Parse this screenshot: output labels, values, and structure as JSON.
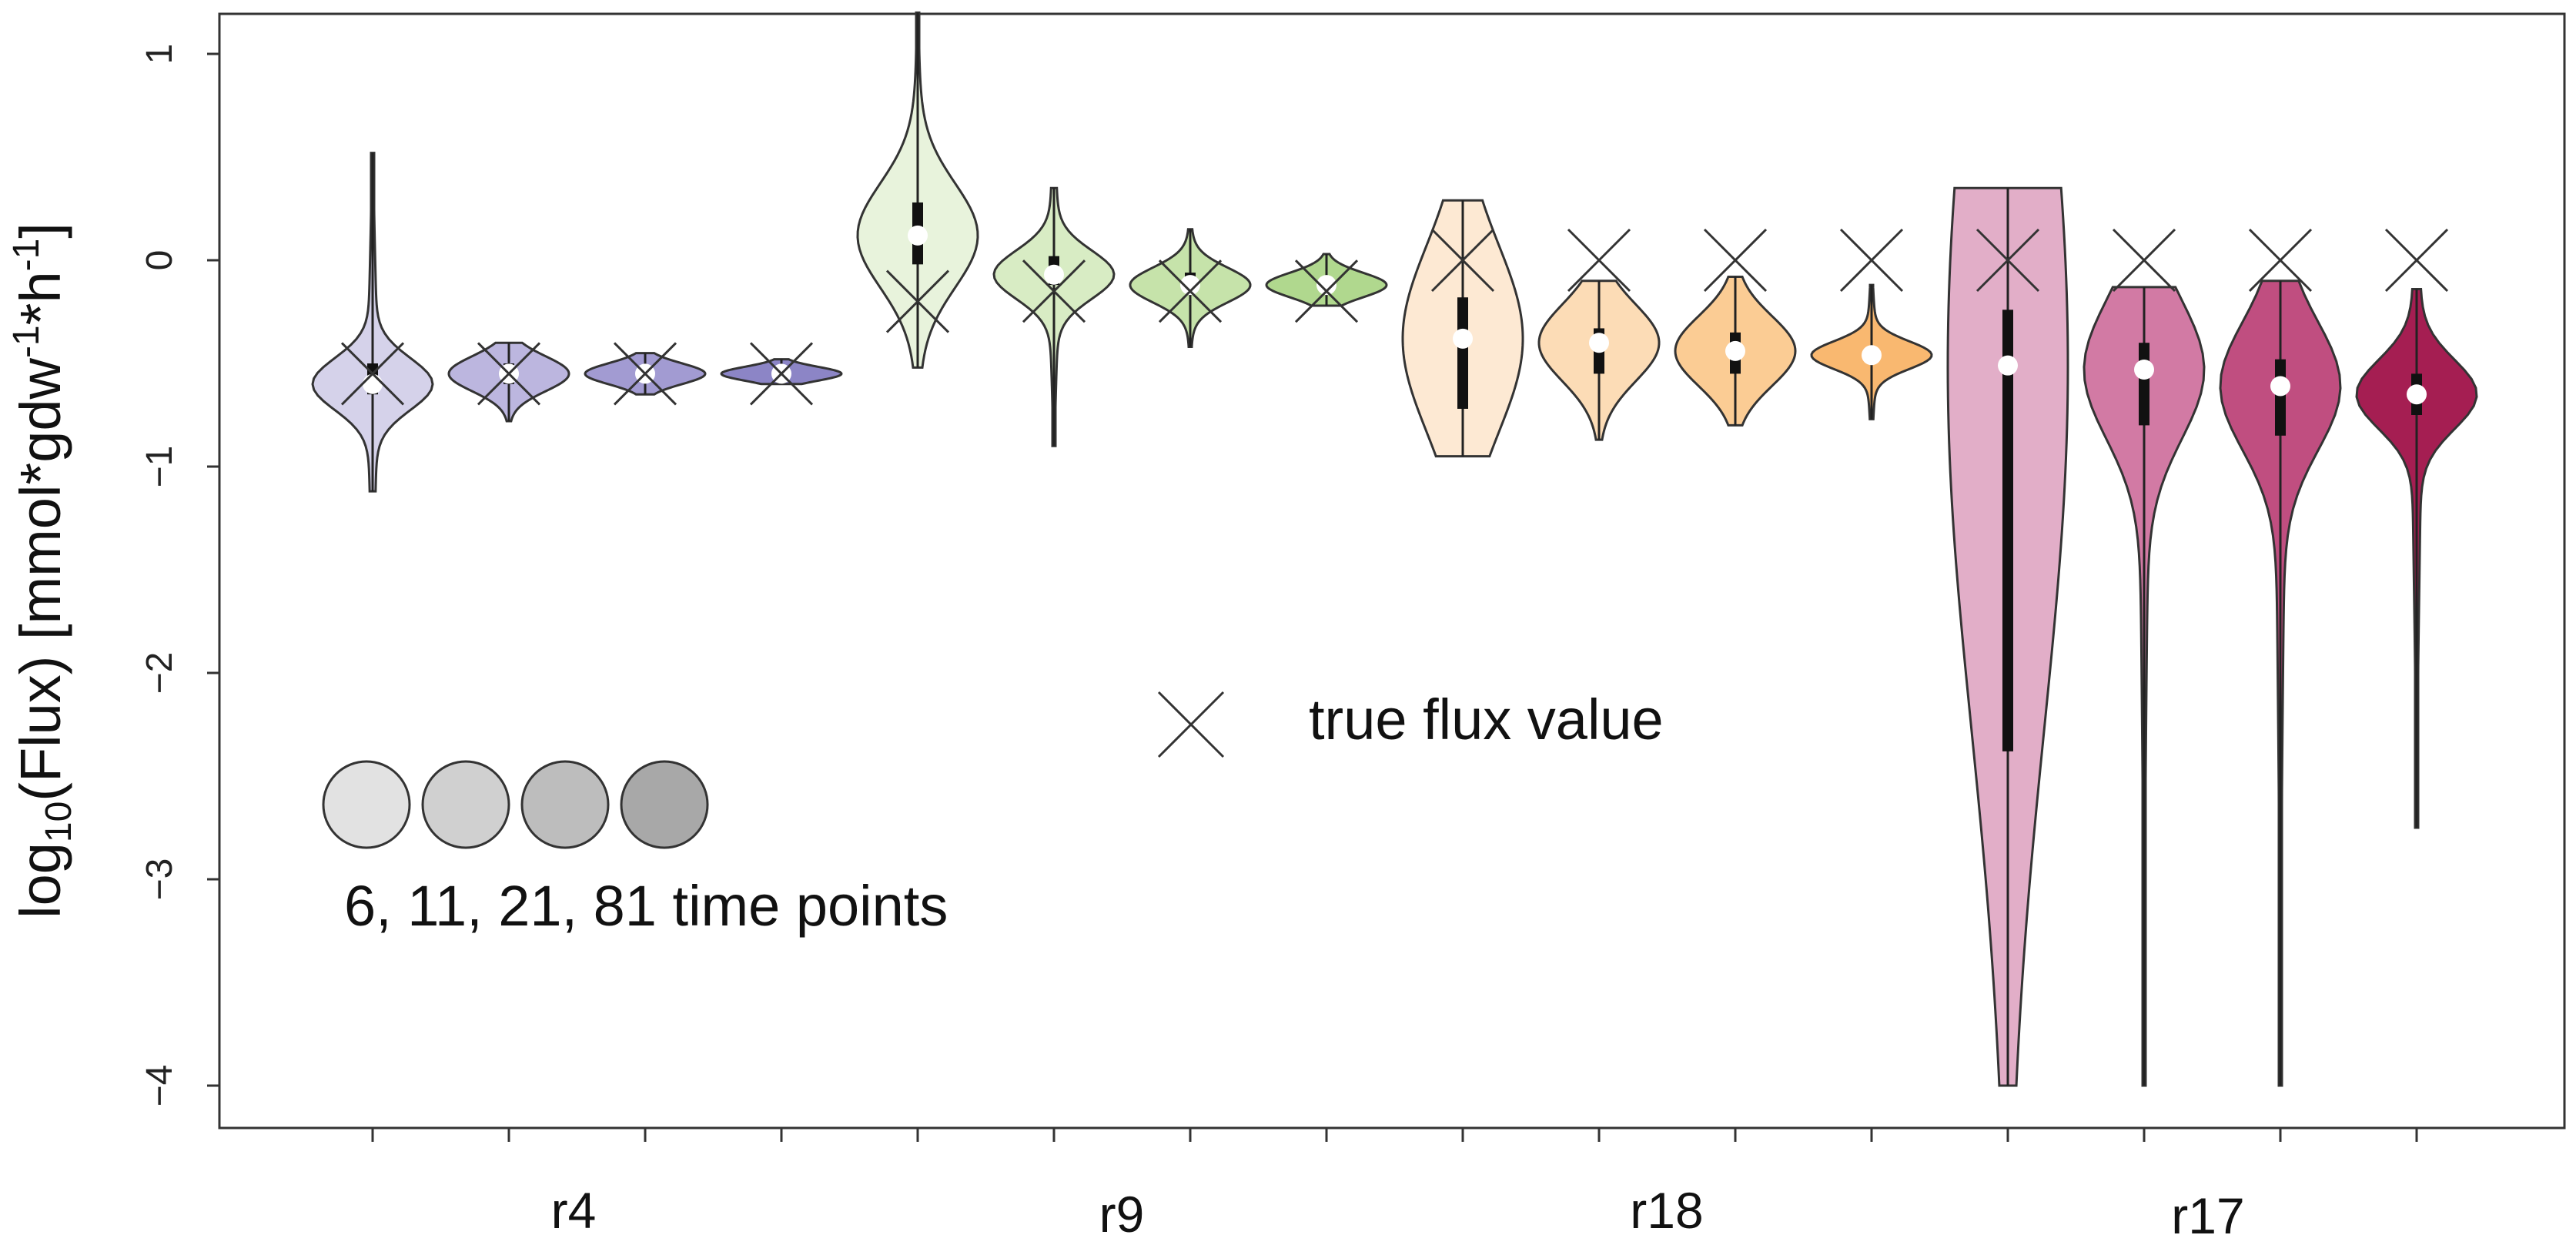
{
  "chart_data": {
    "type": "violin",
    "ylabel": {
      "prefix": "log",
      "sub": "10",
      "mid": "(Flux) [mmol*gdw",
      "sup1": "-1",
      "mid2": "*h",
      "sup2": "-1",
      "suffix": "]"
    },
    "ylim": [
      -4.2,
      1.2
    ],
    "yticks": [
      "1",
      "0",
      "−1",
      "−2",
      "−3",
      "−4"
    ],
    "ytick_values": [
      1,
      0,
      -1,
      -2,
      -3,
      -4
    ],
    "categories": [
      "r4",
      "r9",
      "r18",
      "r17"
    ],
    "time_points": [
      6,
      11,
      21,
      81
    ],
    "legend": {
      "marker_label": "true flux value",
      "circles_label": "6, 11, 21, 81 time points",
      "circle_colors": [
        "#e2e2e2",
        "#d0d0d0",
        "#bdbdbd",
        "#a8a8a8"
      ]
    },
    "groups": [
      {
        "name": "r4",
        "colors": [
          "#d5d2ea",
          "#bcb6df",
          "#a29bd2",
          "#8c85c6"
        ],
        "violins": [
          {
            "time_points": 6,
            "min": -1.12,
            "max": 0.52,
            "median": -0.6,
            "q1": -0.65,
            "q3": -0.5,
            "true_value": -0.55
          },
          {
            "time_points": 11,
            "min": -0.78,
            "max": -0.4,
            "median": -0.55,
            "q1": -0.6,
            "q3": -0.5,
            "true_value": -0.55
          },
          {
            "time_points": 21,
            "min": -0.65,
            "max": -0.45,
            "median": -0.55,
            "q1": -0.58,
            "q3": -0.52,
            "true_value": -0.55
          },
          {
            "time_points": 81,
            "min": -0.6,
            "max": -0.48,
            "median": -0.55,
            "q1": -0.57,
            "q3": -0.53,
            "true_value": -0.55
          }
        ]
      },
      {
        "name": "r9",
        "colors": [
          "#e8f3dc",
          "#d8ecc4",
          "#c6e3aa",
          "#b0d88e"
        ],
        "violins": [
          {
            "time_points": 6,
            "min": -0.52,
            "max": 1.2,
            "median": 0.12,
            "q1": -0.02,
            "q3": 0.28,
            "true_value": -0.2
          },
          {
            "time_points": 11,
            "min": -0.9,
            "max": 0.35,
            "median": -0.07,
            "q1": -0.12,
            "q3": 0.02,
            "true_value": -0.15
          },
          {
            "time_points": 21,
            "min": -0.42,
            "max": 0.15,
            "median": -0.12,
            "q1": -0.16,
            "q3": -0.06,
            "true_value": -0.15
          },
          {
            "time_points": 81,
            "min": -0.22,
            "max": 0.03,
            "median": -0.12,
            "q1": -0.15,
            "q3": -0.08,
            "true_value": -0.15
          }
        ]
      },
      {
        "name": "r18",
        "colors": [
          "#fde9d3",
          "#fcdcb6",
          "#fbcc94",
          "#f9b870"
        ],
        "violins": [
          {
            "time_points": 6,
            "min": -0.95,
            "max": 0.29,
            "median": -0.38,
            "q1": -0.72,
            "q3": -0.18,
            "true_value": 0.0
          },
          {
            "time_points": 11,
            "min": -0.87,
            "max": -0.1,
            "median": -0.4,
            "q1": -0.55,
            "q3": -0.33,
            "true_value": 0.0
          },
          {
            "time_points": 21,
            "min": -0.8,
            "max": -0.08,
            "median": -0.44,
            "q1": -0.55,
            "q3": -0.35,
            "true_value": 0.0
          },
          {
            "time_points": 81,
            "min": -0.77,
            "max": -0.12,
            "median": -0.46,
            "q1": -0.5,
            "q3": -0.42,
            "true_value": 0.0
          }
        ]
      },
      {
        "name": "r17",
        "colors": [
          "#e2aec8",
          "#d27aa4",
          "#c04e80",
          "#a51e52"
        ],
        "violins": [
          {
            "time_points": 6,
            "min": -4.0,
            "max": 0.35,
            "median": -0.51,
            "q1": -2.38,
            "q3": -0.24,
            "true_value": 0.0
          },
          {
            "time_points": 11,
            "min": -4.0,
            "max": -0.13,
            "median": -0.53,
            "q1": -0.8,
            "q3": -0.4,
            "true_value": 0.0
          },
          {
            "time_points": 21,
            "min": -4.0,
            "max": -0.1,
            "median": -0.61,
            "q1": -0.85,
            "q3": -0.48,
            "true_value": 0.0
          },
          {
            "time_points": 81,
            "min": -2.75,
            "max": -0.14,
            "median": -0.65,
            "q1": -0.75,
            "q3": -0.55,
            "true_value": 0.0
          }
        ]
      }
    ]
  }
}
